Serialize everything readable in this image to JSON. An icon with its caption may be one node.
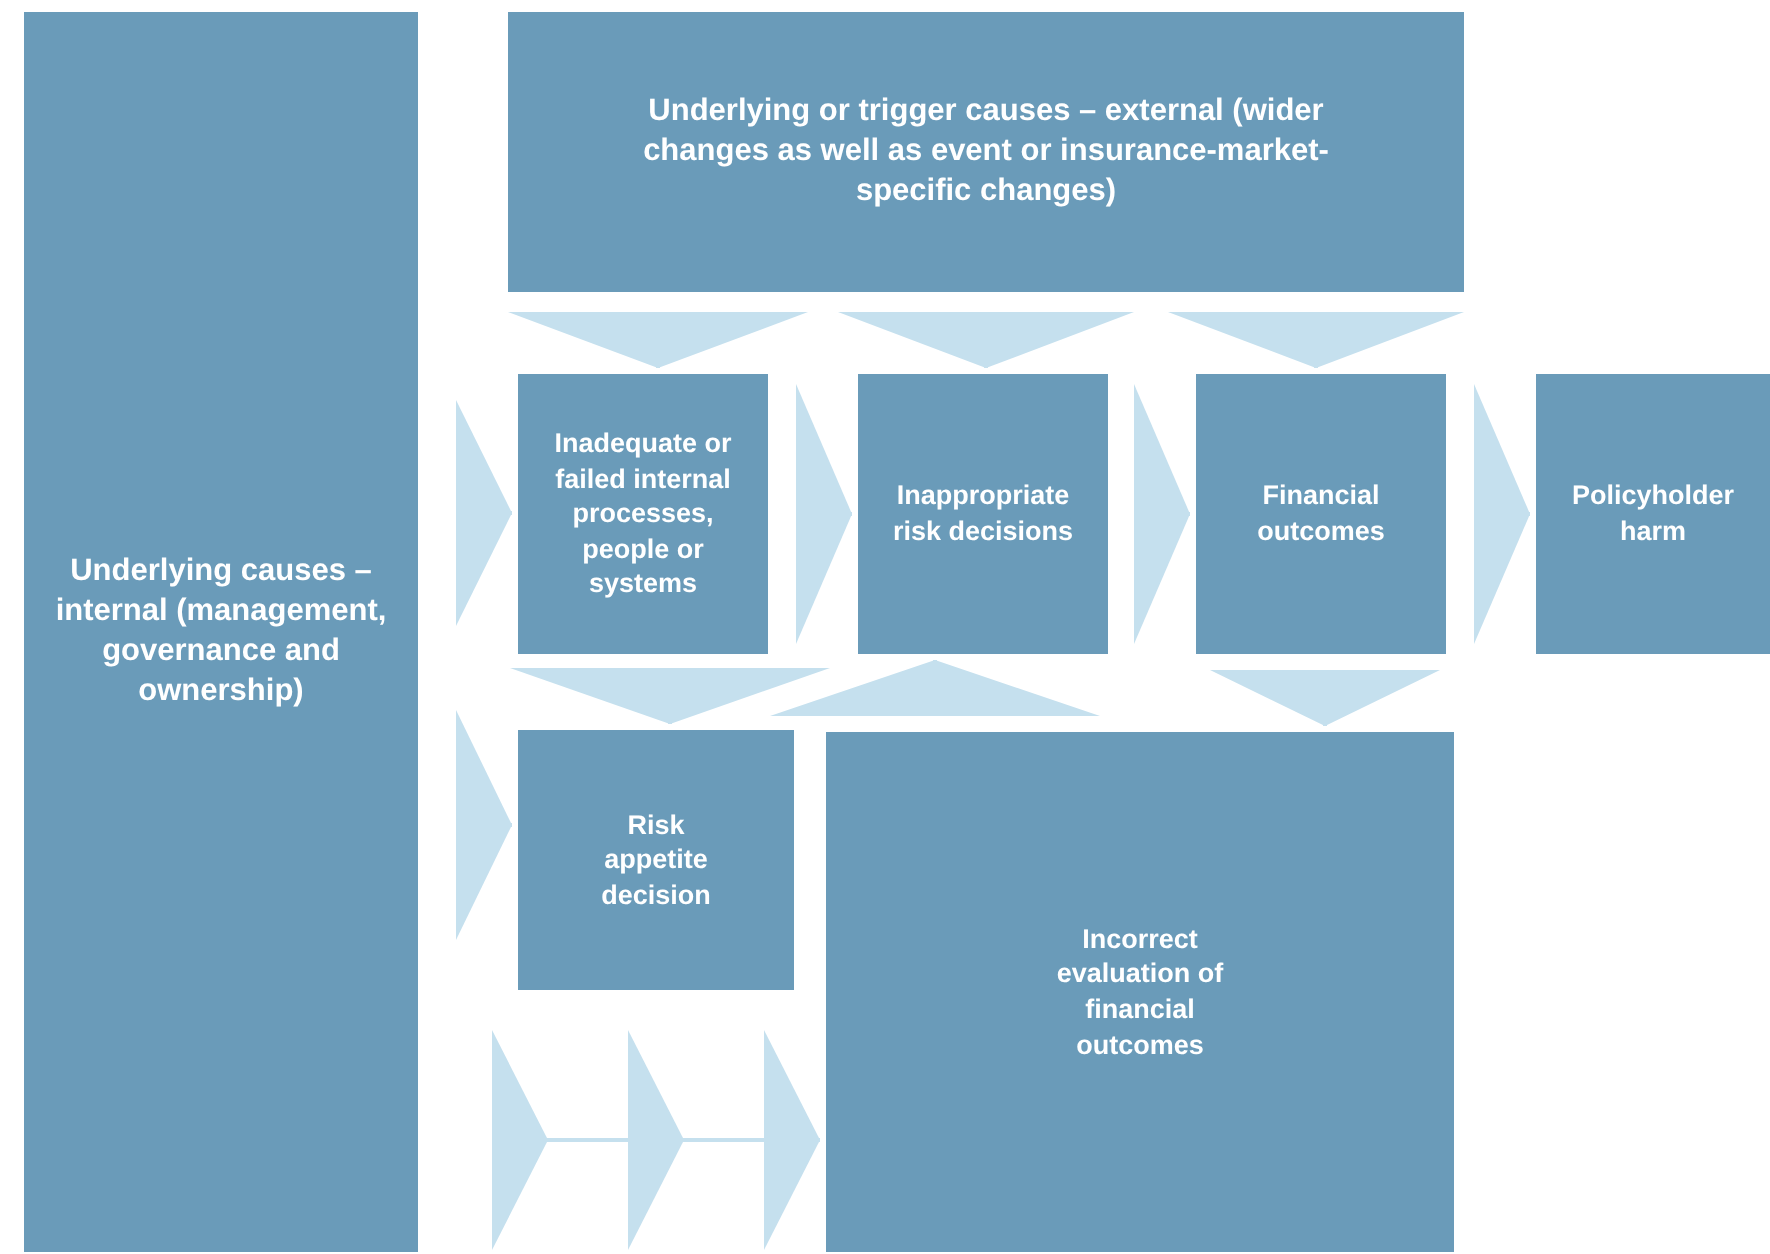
{
  "diagram": {
    "nodes": [
      {
        "text": [
          "Underlying causes – internal (management, governance and ownership)"
        ]
      },
      {
        "text": [
          "Underlying or trigger causes – external (wider changes as well as event or insurance-market-specific changes)"
        ]
      },
      {
        "text": [
          "Inadequate or failed internal processes, people or systems"
        ]
      },
      {
        "text": [
          "Inappropriate risk decisions"
        ]
      },
      {
        "text": [
          "Financial outcomes"
        ]
      },
      {
        "text": [
          "Policyholder harm"
        ]
      },
      {
        "text": [
          "Risk appetite decision"
        ]
      },
      {
        "text": [
          "Incorrect evaluation of financial outcomes"
        ]
      }
    ],
    "edges": [
      {
        "from": 1,
        "to": 2,
        "arrow": "to"
      },
      {
        "from": 1,
        "to": 3,
        "arrow": "to"
      },
      {
        "from": 1,
        "to": 4,
        "arrow": "to"
      },
      {
        "from": 0,
        "to": 2,
        "arrow": "to"
      },
      {
        "from": 2,
        "to": 3,
        "arrow": "to"
      },
      {
        "from": 3,
        "to": 4,
        "arrow": "to"
      },
      {
        "from": 4,
        "to": 5,
        "arrow": "to"
      },
      {
        "from": 2,
        "to": 6,
        "arrow": "to"
      },
      {
        "from": 7,
        "to": 3,
        "arrow": "to"
      },
      {
        "from": 4,
        "to": 7,
        "arrow": "to"
      },
      {
        "from": 0,
        "to": 6,
        "arrow": "to"
      },
      {
        "from": 0,
        "to": 7,
        "arrow": "to"
      }
    ]
  }
}
